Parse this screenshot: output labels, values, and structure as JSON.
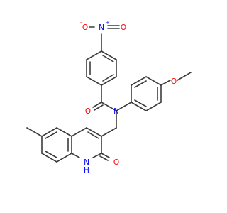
{
  "atoms": [
    {
      "id": "nitro-n",
      "text": "N",
      "charge": "+",
      "color": "#0000ff"
    },
    {
      "id": "nitro-o-minus",
      "text": "O",
      "charge": "-",
      "color": "#ff0000"
    },
    {
      "id": "nitro-o",
      "text": "O",
      "charge": "",
      "color": "#ff0000"
    },
    {
      "id": "carbonyl-o",
      "text": "O",
      "charge": "",
      "color": "#ff0000"
    },
    {
      "id": "amide-n",
      "text": "N",
      "charge": "",
      "color": "#0000ff"
    },
    {
      "id": "methoxy-o",
      "text": "O",
      "charge": "",
      "color": "#ff0000"
    },
    {
      "id": "ring-nh",
      "text": "H",
      "charge": "",
      "color": "#0000ff"
    },
    {
      "id": "ring-n",
      "text": "N",
      "charge": "",
      "color": "#0000ff"
    },
    {
      "id": "lactam-o",
      "text": "O",
      "charge": "",
      "color": "#ff0000"
    }
  ]
}
